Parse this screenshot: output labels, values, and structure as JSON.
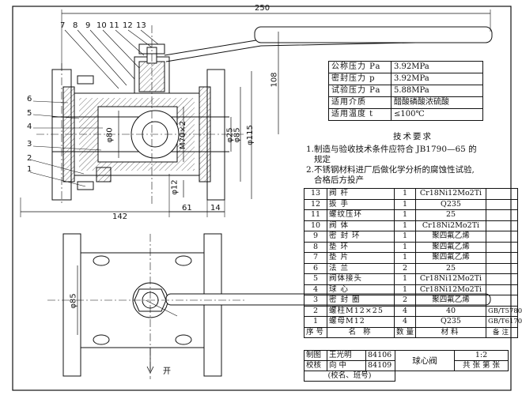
{
  "drawing": {
    "part_numbers": [
      "1",
      "2",
      "3",
      "4",
      "5",
      "6",
      "7",
      "8",
      "9",
      "10",
      "11",
      "12",
      "13"
    ],
    "dims": {
      "overall_width": "250",
      "height_108": "108",
      "length_142": "142",
      "dim_61": "61",
      "dim_14": "14",
      "phi_80": "φ80",
      "phi_12": "φ12",
      "m70": "M70×2",
      "phi_25": "φ25",
      "phi_85": "φ85",
      "phi_115": "φ115",
      "phi_85_bottom": "φ85"
    },
    "open_label": "开"
  },
  "spec_table": [
    {
      "key": "公称压力 Pa",
      "value": "3.92MPa"
    },
    {
      "key": "密封压力 p",
      "value": "3.92MPa"
    },
    {
      "key": "试验压力 Pa",
      "value": "5.88MPa"
    },
    {
      "key": "适用介质",
      "value": "醋酸磷酸浓硫酸"
    },
    {
      "key": "适用温度 t",
      "value": "≤100℃"
    }
  ],
  "requirements": {
    "title": "技术要求",
    "items": [
      "1.制造与验收技术条件应符合 JB1790—65 的",
      "规定",
      "2.不锈钢材料进厂后做化学分析的腐蚀性试验,",
      "合格后方投产"
    ]
  },
  "parts": [
    {
      "no": "13",
      "name": "阀  杆",
      "qty": "1",
      "material": "Cr18Ni12Mo2Ti",
      "remark": ""
    },
    {
      "no": "12",
      "name": "扳  手",
      "qty": "1",
      "material": "Q235",
      "remark": ""
    },
    {
      "no": "11",
      "name": "螺纹压环",
      "qty": "1",
      "material": "25",
      "remark": ""
    },
    {
      "no": "10",
      "name": "阀  体",
      "qty": "1",
      "material": "Cr18Ni2Mo2Ti",
      "remark": ""
    },
    {
      "no": "9",
      "name": "密 封 环",
      "qty": "1",
      "material": "聚四氟乙烯",
      "remark": ""
    },
    {
      "no": "8",
      "name": "垫  环",
      "qty": "1",
      "material": "聚四氟乙烯",
      "remark": ""
    },
    {
      "no": "7",
      "name": "垫  片",
      "qty": "1",
      "material": "聚四氟乙烯",
      "remark": ""
    },
    {
      "no": "6",
      "name": "法  兰",
      "qty": "2",
      "material": "25",
      "remark": ""
    },
    {
      "no": "5",
      "name": "阀体接头",
      "qty": "1",
      "material": "Cr18Ni12Mo2Ti",
      "remark": ""
    },
    {
      "no": "4",
      "name": "球  心",
      "qty": "1",
      "material": "Cr18Ni12Mo2Ti",
      "remark": ""
    },
    {
      "no": "3",
      "name": "密 封 圈",
      "qty": "2",
      "material": "聚四氟乙烯",
      "remark": ""
    },
    {
      "no": "2",
      "name": "螺柱M12×25",
      "qty": "4",
      "material": "40",
      "remark": "GB/T5780"
    },
    {
      "no": "1",
      "name": "螺母M12",
      "qty": "4",
      "material": "Q235",
      "remark": "GB/T6170"
    }
  ],
  "parts_header": {
    "no": "序号",
    "name": "名  称",
    "qty": "数量",
    "material": "材料",
    "remark": "备注"
  },
  "title_block": {
    "drawn_label": "制图",
    "drawn_name": "王光明",
    "drawn_no": "84106",
    "checked_label": "校核",
    "checked_name": "向  中",
    "checked_no": "84109",
    "class_label": "(校名、班号)",
    "drawing_title": "球心阀",
    "scale": "1:2",
    "sheets": "共   张 第  张"
  }
}
